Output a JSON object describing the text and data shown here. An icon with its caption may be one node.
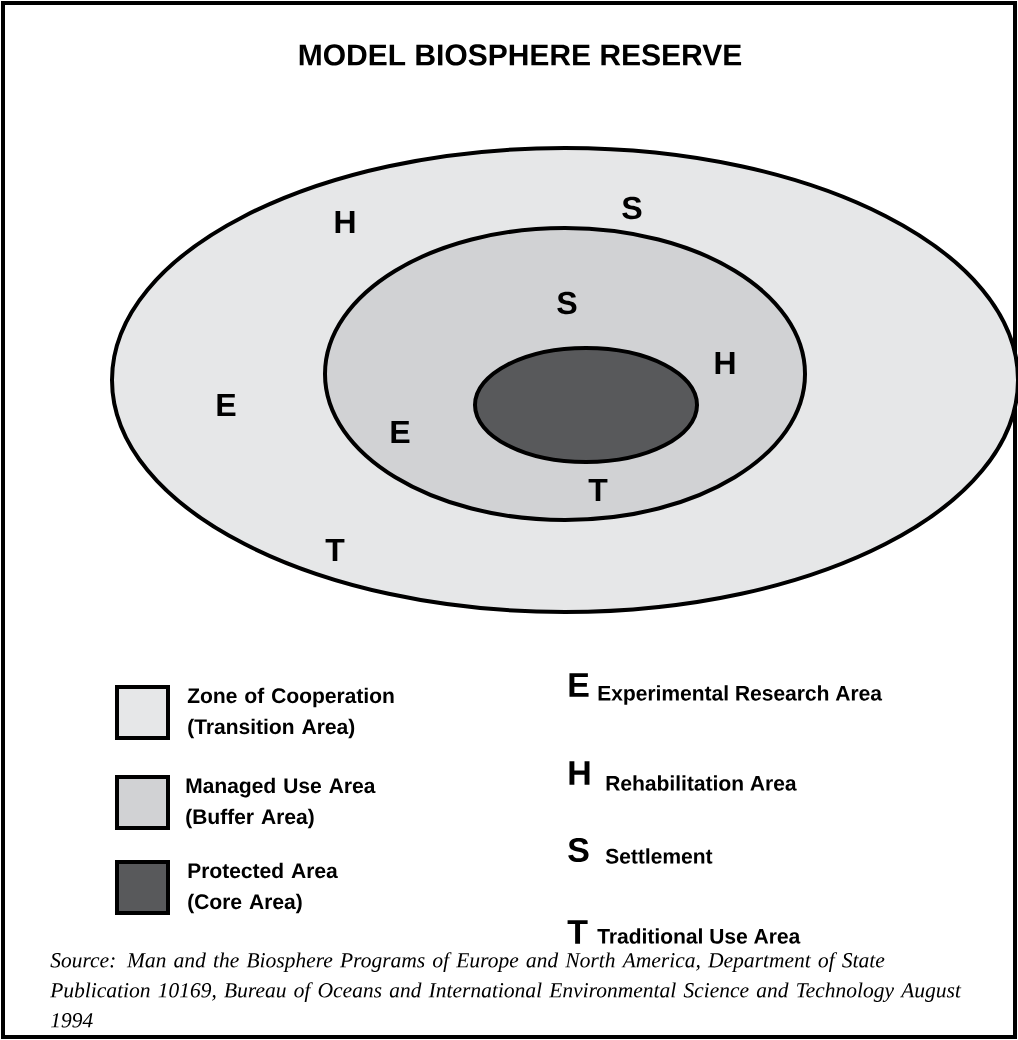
{
  "diagram": {
    "title": "MODEL BIOSPHERE RESERVE",
    "caption": "Source: Man and the Biosphere Programs of Europe and North America, Department of State Publication 10169, Bureau of Oceans and International Environmental Science and Technology August 1994",
    "nodes": [
      {
        "text": [
          "H",
          "S",
          "E",
          "T"
        ]
      },
      {
        "text": [
          "S",
          "H",
          "E",
          "T"
        ],
        "in": 0
      },
      {
        "text": [],
        "shape": "ellipse",
        "in": 1
      }
    ],
    "labels": [
      "E",
      "Experimental Research Area",
      "H",
      "Rehabilitation Area",
      "S",
      "Settlement",
      "T",
      "Traditional Use Area"
    ],
    "legend": [
      {
        "text": "Zone of Cooperation (Transition Area)",
        "color": "#e6e7e8"
      },
      {
        "text": "Managed Use Area (Buffer Area)",
        "color": "#d1d2d4"
      },
      {
        "text": "Protected Area (Core Area)",
        "color": "#58595b"
      }
    ]
  }
}
